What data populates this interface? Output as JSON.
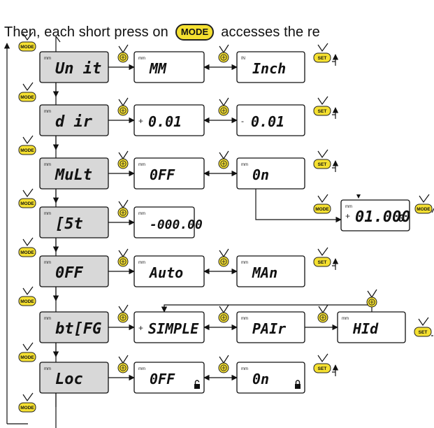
{
  "intro": {
    "text_before": "Then, each short press on",
    "mode_key": "MODE",
    "text_after": "accesses the re"
  },
  "buttons": {
    "mode": "MODE",
    "set": "SET"
  },
  "rows": [
    {
      "id": "unit",
      "menu": "Un it",
      "menu_unit": "mm",
      "options": [
        {
          "text": "MM",
          "unit": "mm"
        },
        {
          "text": "Inch",
          "unit": "IN"
        }
      ]
    },
    {
      "id": "dir",
      "menu": "d ir",
      "menu_unit": "mm",
      "options": [
        {
          "text": "0.01",
          "sign": "+"
        },
        {
          "text": "0.01",
          "sign": "-"
        }
      ]
    },
    {
      "id": "mult",
      "menu": "MuLt",
      "menu_unit": "mm",
      "options": [
        {
          "text": "0FF",
          "unit": "mm"
        },
        {
          "text": "0n",
          "unit": "mm"
        }
      ],
      "extra": {
        "text": "01.000",
        "sign": "+",
        "unit": "mm",
        "subdigit": "0"
      }
    },
    {
      "id": "cst",
      "menu": "[5t",
      "menu_unit": "mm",
      "options": [
        {
          "text": "-000.00",
          "unit": "mm"
        }
      ]
    },
    {
      "id": "off",
      "menu": "0FF",
      "menu_unit": "mm",
      "options": [
        {
          "text": "Auto",
          "unit": "mm"
        },
        {
          "text": "MAn",
          "unit": "mm"
        }
      ]
    },
    {
      "id": "btcfg",
      "menu": "bt[FG",
      "menu_unit": "mm",
      "options": [
        {
          "text": "SIMPLE",
          "sign": "+"
        },
        {
          "text": "PAIr",
          "unit": "mm"
        },
        {
          "text": "HId",
          "unit": "mm"
        }
      ]
    },
    {
      "id": "loc",
      "menu": "Loc",
      "menu_unit": "mm",
      "options": [
        {
          "text": "0FF",
          "unit": "mm",
          "lock": "open"
        },
        {
          "text": "0n",
          "unit": "mm",
          "lock": "closed"
        }
      ]
    }
  ],
  "icons": [
    "mode-button-icon",
    "set-button-icon",
    "select-button-icon",
    "lock-icon"
  ]
}
